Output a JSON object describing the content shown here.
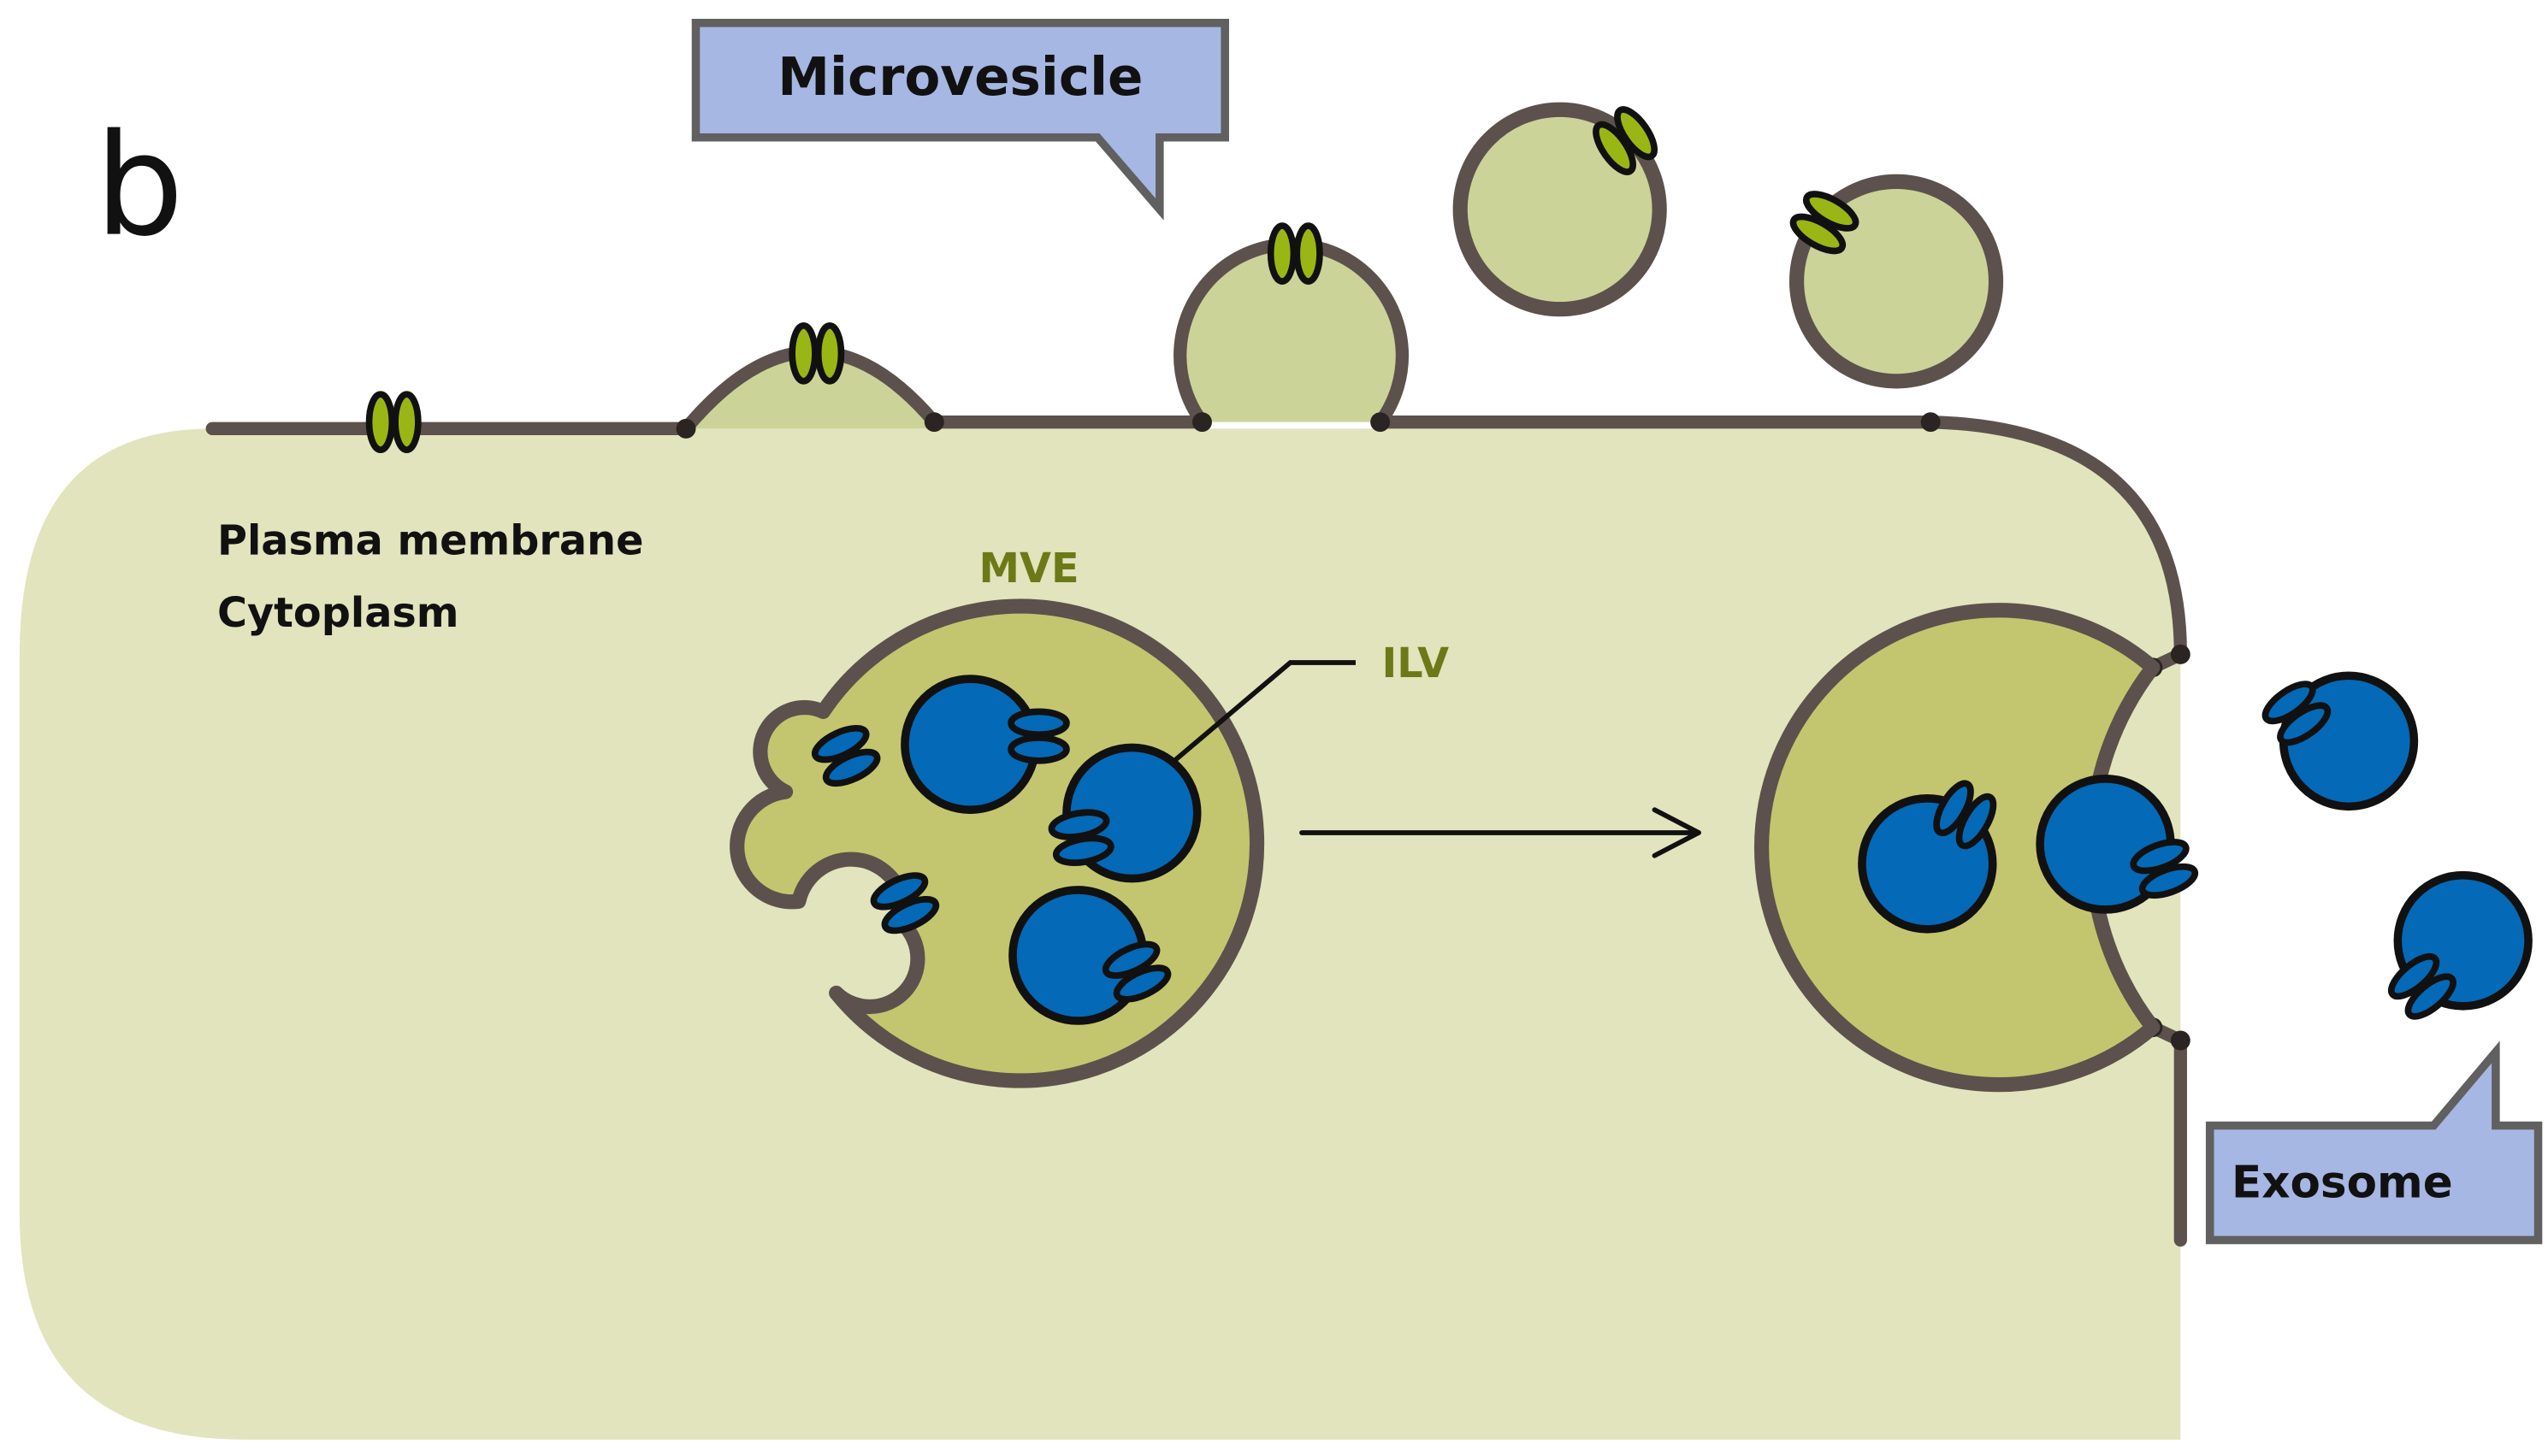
{
  "panel_letter": "b",
  "labels": {
    "microvesicle": "Microvesicle",
    "plasma_membrane": "Plasma membrane",
    "cytoplasm": "Cytoplasm",
    "mve": "MVE",
    "ilv": "ILV",
    "exosome": "Exosome"
  },
  "colors": {
    "cell_fill": "#e1e4bd",
    "vesicle_fill": "#cbd399",
    "mve_fill": "#c3c66f",
    "membrane": "#5c514c",
    "ilv_fill": "#0469b6",
    "receptor_green": "#9ab614",
    "callout_fill": "#a7b7e3",
    "callout_stroke": "#606060",
    "mve_text": "#6b7a17",
    "text": "#111111"
  }
}
